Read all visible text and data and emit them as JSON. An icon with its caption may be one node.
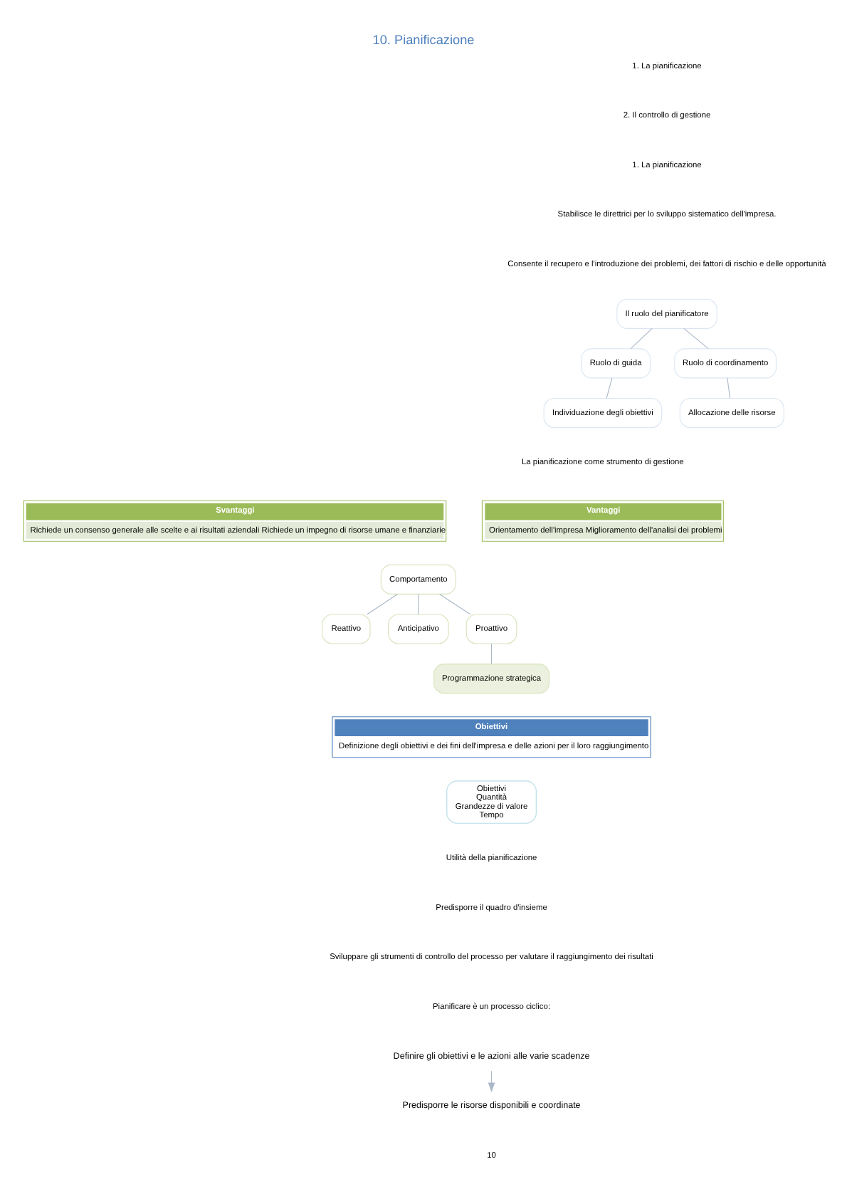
{
  "diagram": {
    "title": "10. Pianificazione",
    "nodes": [
      {
        "text": [
          "Il ruolo del pianificatore"
        ]
      },
      {
        "text": [
          "Ruolo di guida"
        ]
      },
      {
        "text": [
          "Ruolo di coordinamento"
        ]
      },
      {
        "text": [
          "Individuazione degli obiettivi"
        ]
      },
      {
        "text": [
          "Allocazione delle risorse"
        ]
      },
      {
        "text": [
          "Vantaggi",
          "Orientamento dell'impresa Miglioramento dell'analisi dei problemi"
        ]
      },
      {
        "text": [
          "Svantaggi",
          "Richiede un consenso generale alle scelte e ai risultati aziendali Richiede un impegno di risorse umane e finanziarie"
        ]
      },
      {
        "text": [
          "Comportamento"
        ]
      },
      {
        "text": [
          "Reattivo"
        ]
      },
      {
        "text": [
          "Anticipativo"
        ]
      },
      {
        "text": [
          "Proattivo"
        ]
      },
      {
        "text": [
          "Programmazione strategica"
        ]
      },
      {
        "text": [
          "Obiettivi",
          "Definizione degli obiettivi e dei fini dell'impresa e delle azioni per il loro raggiungimento"
        ]
      },
      {
        "text": [
          "Obiettivi",
          "Quantità",
          "Grandezze di valore",
          "Tempo"
        ]
      },
      {
        "text": [
          "Definire gli obiettivi e le azioni alle varie scadenze"
        ]
      },
      {
        "text": [
          "Predisporre le risorse disponibili e coordinate"
        ]
      }
    ],
    "edges": [
      {
        "from": 0,
        "to": 1,
        "arrow": "none"
      },
      {
        "from": 0,
        "to": 2,
        "arrow": "none"
      },
      {
        "from": 1,
        "to": 3,
        "arrow": "none"
      },
      {
        "from": 2,
        "to": 4,
        "arrow": "none"
      },
      {
        "from": 7,
        "to": 8,
        "arrow": "none"
      },
      {
        "from": 7,
        "to": 9,
        "arrow": "none"
      },
      {
        "from": 7,
        "to": 10,
        "arrow": "none"
      },
      {
        "from": 10,
        "to": 11,
        "arrow": "none"
      },
      {
        "from": 14,
        "to": 15,
        "arrow": "to"
      }
    ],
    "labels": [
      "1. La pianificazione",
      "2. Il controllo di gestione",
      "1. La pianificazione",
      "Stabilisce le direttrici per lo sviluppo sistematico dell'impresa.",
      "Consente il recupero e l'introduzione dei problemi, dei fattori di rischio e delle opportunità",
      "La pianificazione come strumento di gestione",
      "Utilità della pianificazione",
      "Predisporre il quadro d'insieme",
      "Sviluppare gli strumenti di controllo del processo per valutare il raggiungimento dei risultati",
      "Pianificare è un processo ciclico:",
      "10"
    ]
  }
}
